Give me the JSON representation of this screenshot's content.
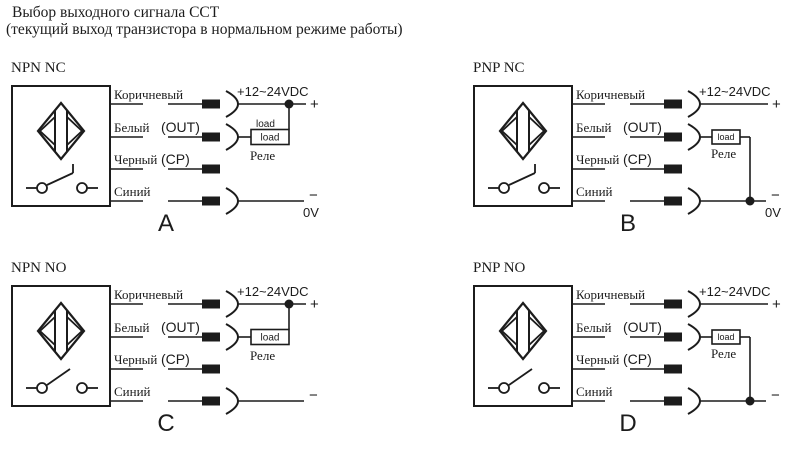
{
  "page": {
    "title_line1": "Выбор выходного сигнала CCT",
    "title_line2": "(текущий выход транзистора в нормальном режиме работы)",
    "background": "#ffffff",
    "ink_color": "#1c1c1c"
  },
  "shared": {
    "supply_label": "+12~24VDC",
    "plus_label": "+",
    "minus_label": "−",
    "zero_volt_label": "0V",
    "load_label": "load",
    "relay_label": "Реле",
    "wires": [
      {
        "color_label": "Коричневый",
        "signal_label": "",
        "has_socket": true
      },
      {
        "color_label": "Белый",
        "signal_label": "(OUT)",
        "has_socket": true
      },
      {
        "color_label": "Черный",
        "signal_label": "(CP)",
        "has_socket": false
      },
      {
        "color_label": "Синий",
        "signal_label": "",
        "has_socket": true
      }
    ]
  },
  "diagrams": [
    {
      "letter": "A",
      "type_label": "NPN NC",
      "switch_type": "NC",
      "load_connects_to": "plus",
      "show_zero_volt": true,
      "show_load_label_above": true
    },
    {
      "letter": "B",
      "type_label": "PNP NC",
      "switch_type": "NC",
      "load_connects_to": "minus",
      "show_zero_volt": true,
      "show_load_label_above": false
    },
    {
      "letter": "C",
      "type_label": "NPN NO",
      "switch_type": "NO",
      "load_connects_to": "plus",
      "show_zero_volt": false,
      "show_load_label_above": false
    },
    {
      "letter": "D",
      "type_label": "PNP NO",
      "switch_type": "NO",
      "load_connects_to": "minus",
      "show_zero_volt": false,
      "show_load_label_above": false
    }
  ]
}
